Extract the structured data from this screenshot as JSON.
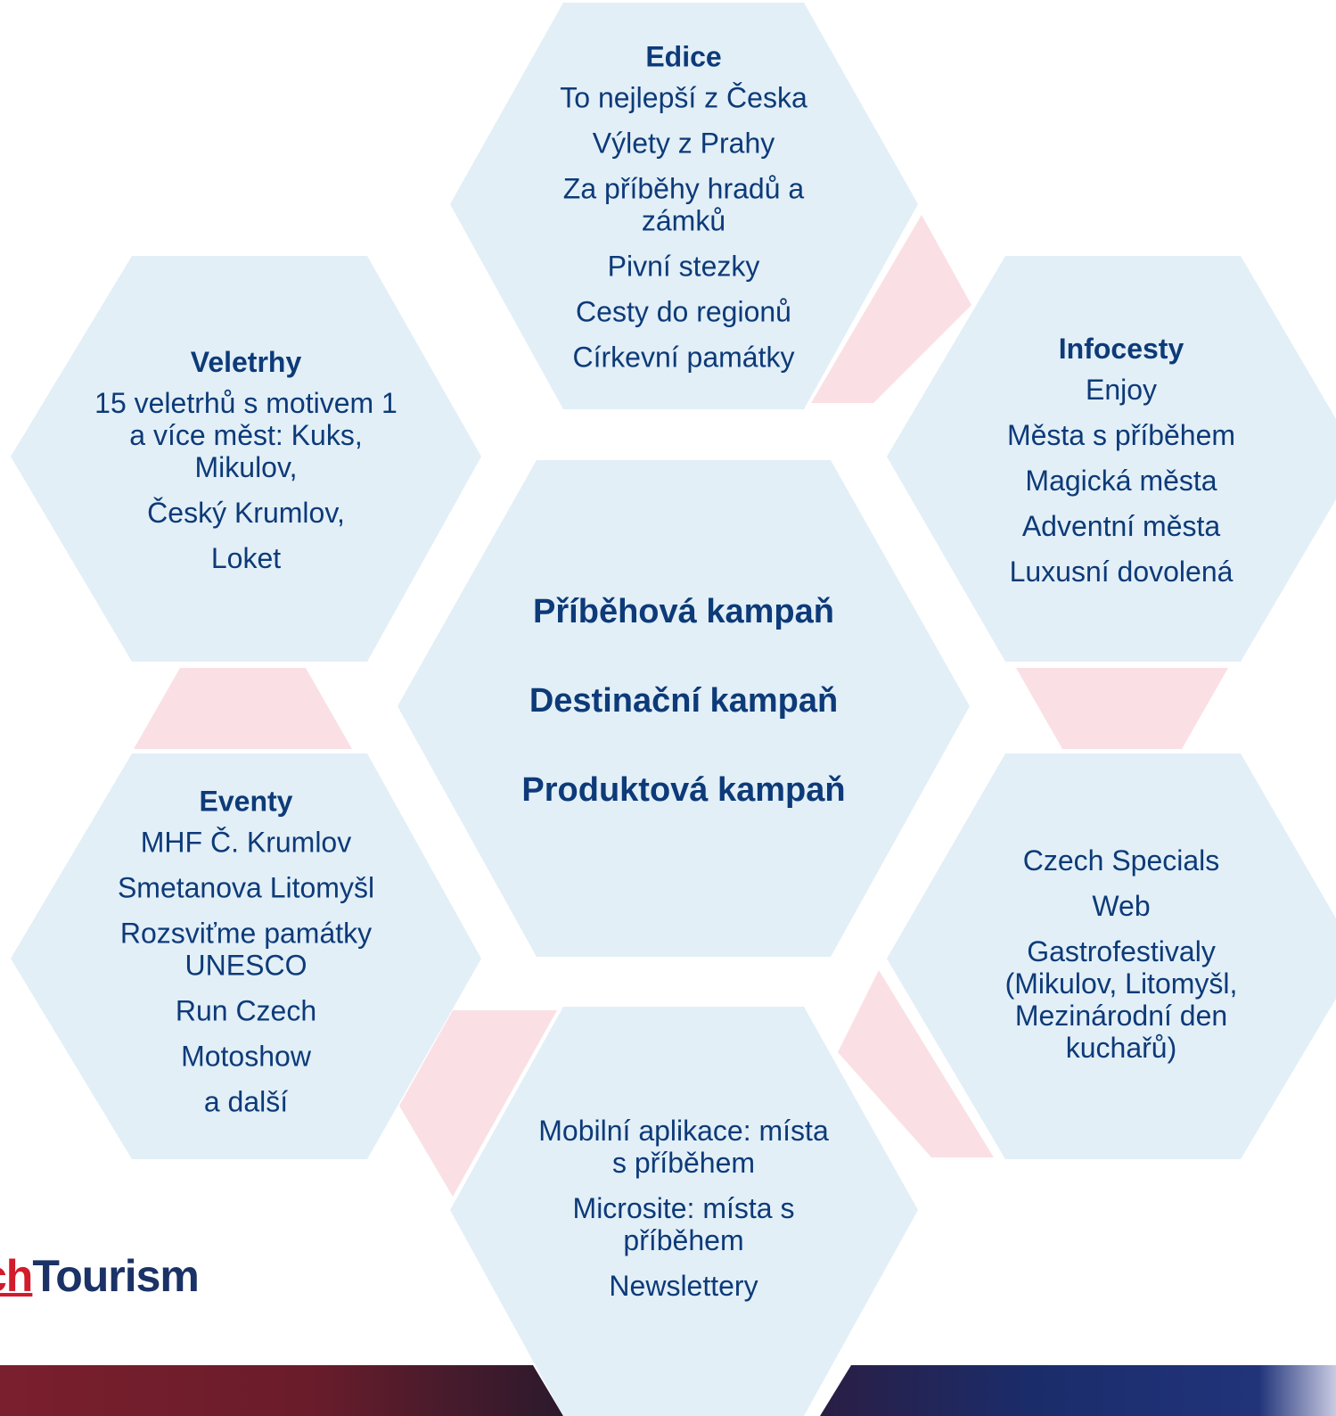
{
  "center": {
    "lines": [
      "Příběhová kampaň",
      "Destinační kampaň",
      "Produktová kampaň"
    ]
  },
  "hexagons": {
    "top": {
      "title": "Edice",
      "lines": [
        "To nejlepší z Česka",
        "Výlety z Prahy",
        "Za příběhy hradů a zámků",
        "Pivní stezky",
        "Cesty do regionů",
        "Církevní památky"
      ]
    },
    "upper_left": {
      "title": "Veletrhy",
      "lines": [
        "15 veletrhů s motivem 1 a více měst: Kuks, Mikulov,",
        "Český Krumlov,",
        "Loket"
      ]
    },
    "upper_right": {
      "title": "Infocesty",
      "lines": [
        "Enjoy",
        "Města s příběhem",
        "Magická města",
        "Adventní města",
        "Luxusní dovolená"
      ]
    },
    "lower_left": {
      "title": "Eventy",
      "lines": [
        "MHF Č. Krumlov",
        "Smetanova Litomyšl",
        "Rozsviťme památky UNESCO",
        "Run Czech",
        "Motoshow",
        "a další"
      ]
    },
    "lower_right": {
      "title": "",
      "lines": [
        "Czech Specials",
        "Web",
        "Gastrofestivaly (Mikulov, Litomyšl, Mezinárodní den kuchařů)"
      ]
    },
    "bottom": {
      "title": "",
      "lines": [
        "Mobilní aplikace: místa s příběhem",
        "Microsite: místa s příběhem",
        "Newslettery"
      ]
    }
  },
  "logo": {
    "prefix": "ch",
    "text": "Tourism"
  },
  "colors": {
    "hex_fill": "#e2eff7",
    "connector_fill": "#fae0e4",
    "text": "#0d3a78",
    "logo_red": "#d21b2b",
    "logo_blue": "#1b3266",
    "footer_left": "#7a1f2d",
    "footer_right": "#1b2c6a"
  }
}
